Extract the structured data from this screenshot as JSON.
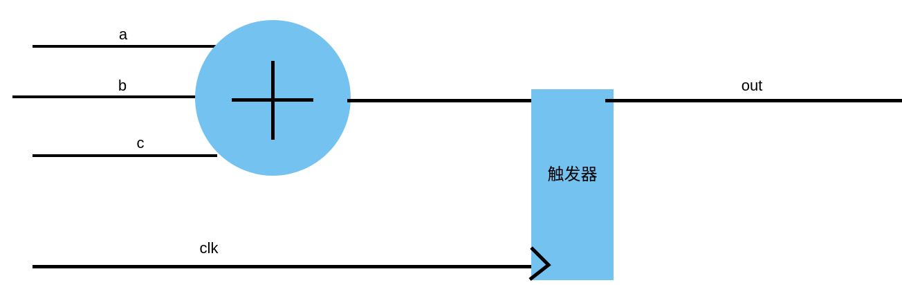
{
  "colors": {
    "block_fill": "#74C2F0",
    "wire": "#000000",
    "background": "#FFFFFF"
  },
  "inputs": [
    {
      "label": "a"
    },
    {
      "label": "b"
    },
    {
      "label": "c"
    }
  ],
  "adder": {
    "icon": "plus-icon"
  },
  "flipflop": {
    "label": "触发器",
    "clock_edge_icon": "chevron-right-icon"
  },
  "clock": {
    "label": "clk"
  },
  "output": {
    "label": "out"
  }
}
